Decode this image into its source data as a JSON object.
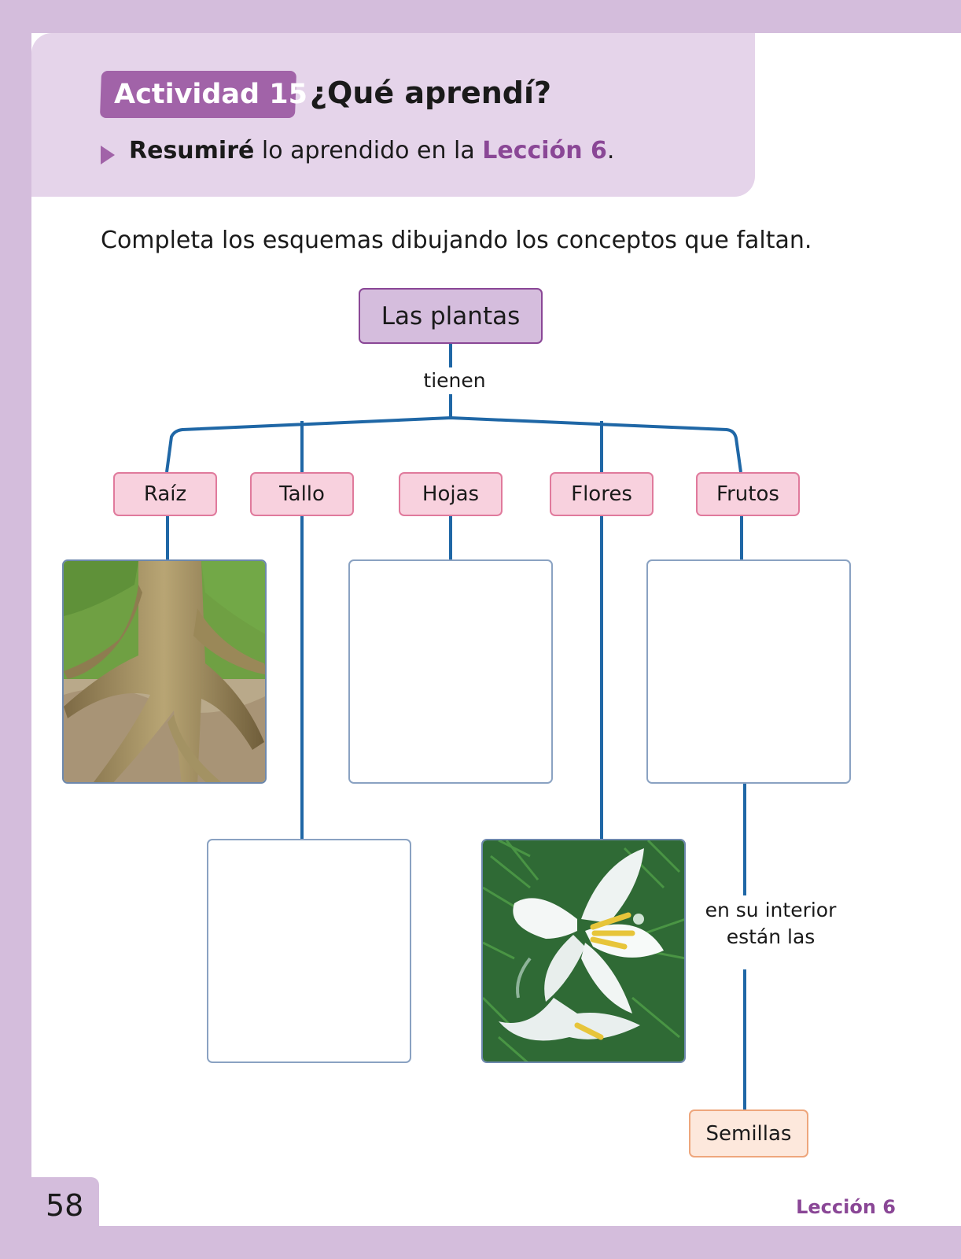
{
  "header": {
    "activity_badge": "Actividad 15",
    "title": "¿Qué aprendí?",
    "objective": {
      "strong": "Resumiré",
      "middle": " lo aprendido en la ",
      "lesson": "Lección 6",
      "end": "."
    }
  },
  "instruction": "Completa los esquemas dibujando los conceptos que faltan.",
  "diagram": {
    "root": "Las plantas",
    "connector_label": "tienen",
    "parts": [
      "Raíz",
      "Tallo",
      "Hojas",
      "Flores",
      "Frutos"
    ],
    "fruit_connector_label_line1": "en su interior",
    "fruit_connector_label_line2": "están las",
    "fruit_child": "Semillas",
    "images": {
      "raiz": "tree-roots-photo",
      "flores": "white-lily-photo"
    }
  },
  "footer": {
    "page_number": "58",
    "lesson": "Lección 6"
  },
  "colors": {
    "accent_purple": "#a163a8",
    "line_blue": "#1f67a6",
    "part_fill": "#f8d1de",
    "seed_fill": "#fde8dc"
  }
}
